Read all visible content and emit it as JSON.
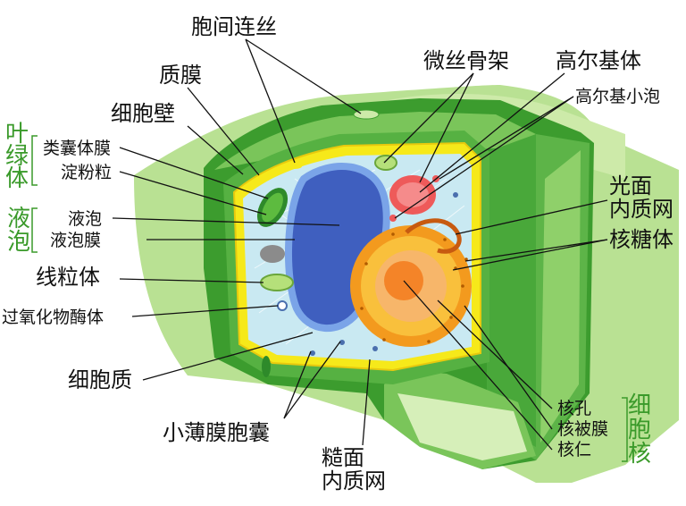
{
  "colors": {
    "cell_wall_dark": "#3c9c2e",
    "cell_wall_light": "#9bd36b",
    "membrane_yellow": "#f6e91a",
    "cytoplasm": "#c9e9f2",
    "vacuole": "#5a7fd2",
    "nucleus_orange": "#f39a1e",
    "golgi_red": "#ee5a5a",
    "group_label_green": "#3a9a2a"
  },
  "labels": {
    "plasmodesmata": "胞间连丝",
    "plasma_membrane": "质膜",
    "cell_wall": "细胞壁",
    "thylakoid_membrane": "类囊体膜",
    "starch_granule": "淀粉粒",
    "vacuole": "液泡",
    "tonoplast": "液泡膜",
    "mitochondrion": "线粒体",
    "peroxisome": "过氧化物酶体",
    "cytoplasm": "细胞质",
    "vesicles": "小薄膜胞囊",
    "rough_er_line1": "糙面",
    "rough_er_line2": "内质网",
    "cytoskeleton": "微丝骨架",
    "golgi_apparatus": "高尔基体",
    "golgi_vesicle": "高尔基小泡",
    "smooth_er_line1": "光面",
    "smooth_er_line2": "内质网",
    "ribosome": "核糖体",
    "nuclear_pore": "核孔",
    "nuclear_envelope": "核被膜",
    "nucleolus": "核仁"
  },
  "groups": {
    "chloroplast": [
      "叶",
      "绿",
      "体"
    ],
    "vacuole_group": [
      "液",
      "泡"
    ],
    "nucleus": [
      "细",
      "胞",
      "核"
    ]
  }
}
